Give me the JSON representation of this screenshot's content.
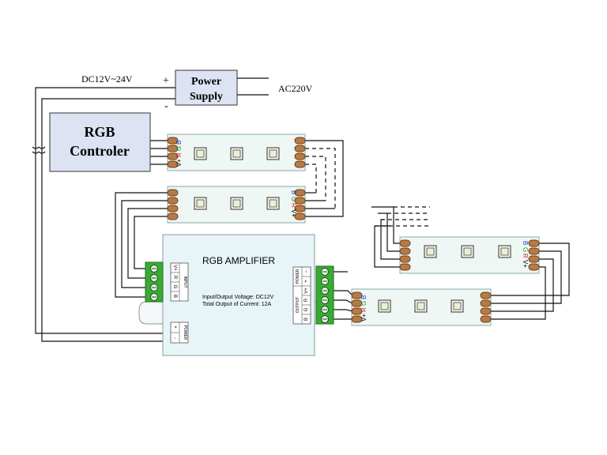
{
  "power": {
    "input_voltage": "DC12V~24V",
    "plus": "+",
    "minus": "-",
    "box_line1": "Power",
    "box_line2": "Supply",
    "ac_label": "AC220V"
  },
  "controller": {
    "line1": "RGB",
    "line2": "Controler"
  },
  "strip_labels": {
    "v": "V+",
    "r": "R",
    "g": "G",
    "b": "B"
  },
  "amplifier": {
    "title": "RGB  AMPLIFIER",
    "spec_line1": "Input/Output Voltage: DC12V",
    "spec_line2": "Total Output of Current: 12A",
    "input_header": "INPUT",
    "input_pins": [
      "V+",
      "R",
      "G",
      "B"
    ],
    "output_header": "OUTPUT",
    "output_pins": [
      "V+",
      "R",
      "G",
      "B"
    ],
    "power_header": "POWER",
    "power_plus": "+",
    "power_minus": "-",
    "out_power_plus": "+",
    "out_power_minus": "−"
  },
  "colors": {
    "box_fill": "#dde3f2",
    "amp_fill": "#e8f5f8",
    "terminal_green": "#3aaa35",
    "pad_copper": "#b87a44",
    "label_v": "#000000",
    "label_r": "#d42020",
    "label_g": "#20a020",
    "label_b": "#2040d0"
  }
}
